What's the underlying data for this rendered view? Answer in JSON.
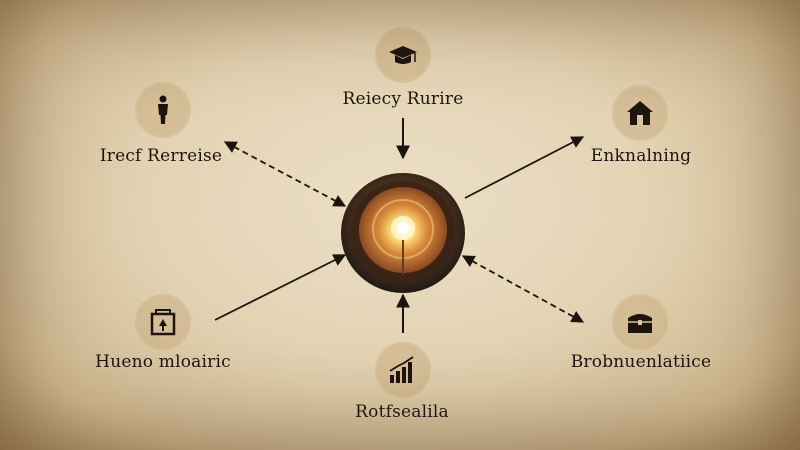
{
  "diagram": {
    "hub": {
      "icon": "lamp-icon"
    },
    "nodes": [
      {
        "id": "top",
        "label": "Reiecy Rurire",
        "icon": "mortarboard-icon",
        "arrow": "to-hub",
        "style": "solid"
      },
      {
        "id": "top-left",
        "label": "Irecf Rerreise",
        "icon": "person-icon",
        "arrow": "bidirectional",
        "style": "dashed"
      },
      {
        "id": "top-right",
        "label": "Enknalning",
        "icon": "house-icon",
        "arrow": "to-node",
        "style": "solid"
      },
      {
        "id": "bottom-left",
        "label": "Hueno mloairic",
        "icon": "lantern-icon",
        "arrow": "to-hub",
        "style": "solid"
      },
      {
        "id": "bottom-right",
        "label": "Brobnuenlatiice",
        "icon": "chest-icon",
        "arrow": "bidirectional",
        "style": "dashed"
      },
      {
        "id": "bottom",
        "label": "Rotfsealila",
        "icon": "bar-chart-icon",
        "arrow": "to-hub",
        "style": "solid"
      }
    ]
  },
  "colors": {
    "ink": "#1c140e",
    "hub_ring": "#2e2a27",
    "hub_fill": "#b06a33",
    "glow": "#fff3b0"
  }
}
